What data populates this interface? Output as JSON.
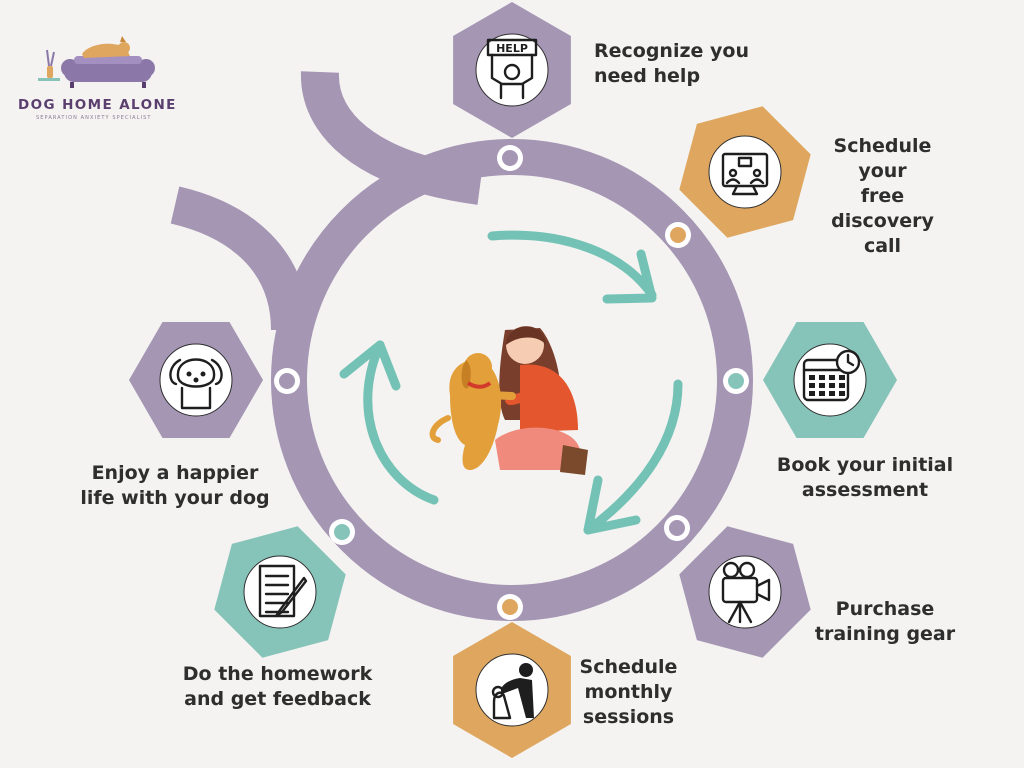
{
  "brand": {
    "name": "DOG HOME ALONE",
    "tagline": "SEPARATION ANXIETY SPECIALIST"
  },
  "colors": {
    "lavender": "#a596b4",
    "orange": "#dfa65f",
    "teal": "#86c4b9",
    "arrow": "#74c2b5",
    "text": "#2e2e2e",
    "background": "#f4f3f1"
  },
  "steps": [
    {
      "label": "Recognize you\nneed help",
      "color": "lavender",
      "icon": "help-sign-icon",
      "sign": "HELP"
    },
    {
      "label": "Schedule your\nfree discovery\ncall",
      "color": "orange",
      "icon": "video-call-icon"
    },
    {
      "label": "Book your initial\nassessment",
      "color": "teal",
      "icon": "calendar-clock-icon"
    },
    {
      "label": "Purchase\ntraining gear",
      "color": "lavender",
      "icon": "camera-on-tripod-icon"
    },
    {
      "label": "Schedule\nmonthly\nsessions",
      "color": "orange",
      "icon": "person-training-dog-icon"
    },
    {
      "label": "Do the homework\nand get feedback",
      "color": "teal",
      "icon": "notepad-pencil-icon"
    },
    {
      "label": "Enjoy a happier\nlife with your dog",
      "color": "lavender",
      "icon": "puppy-face-icon"
    }
  ]
}
